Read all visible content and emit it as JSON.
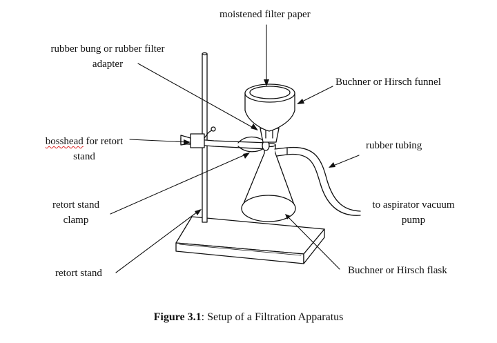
{
  "labels": {
    "filter_paper": "moistened filter paper",
    "bung_line1": "rubber bung or rubber filter",
    "bung_line2": "adapter",
    "funnel": "Buchner or Hirsch funnel",
    "bosshead_word": "bosshead",
    "bosshead_rest": " for retort",
    "bosshead_line2": "stand",
    "tubing": "rubber tubing",
    "clamp_line1": "retort stand",
    "clamp_line2": "clamp",
    "pump_line1": "to aspirator vacuum",
    "pump_line2": "pump",
    "stand": "retort stand",
    "flask": "Buchner or Hirsch flask"
  },
  "caption": {
    "bold": "Figure 3.1",
    "rest": ": Setup of a Filtration Apparatus"
  },
  "colors": {
    "line": "#111111",
    "squiggle": "#dd2222"
  }
}
